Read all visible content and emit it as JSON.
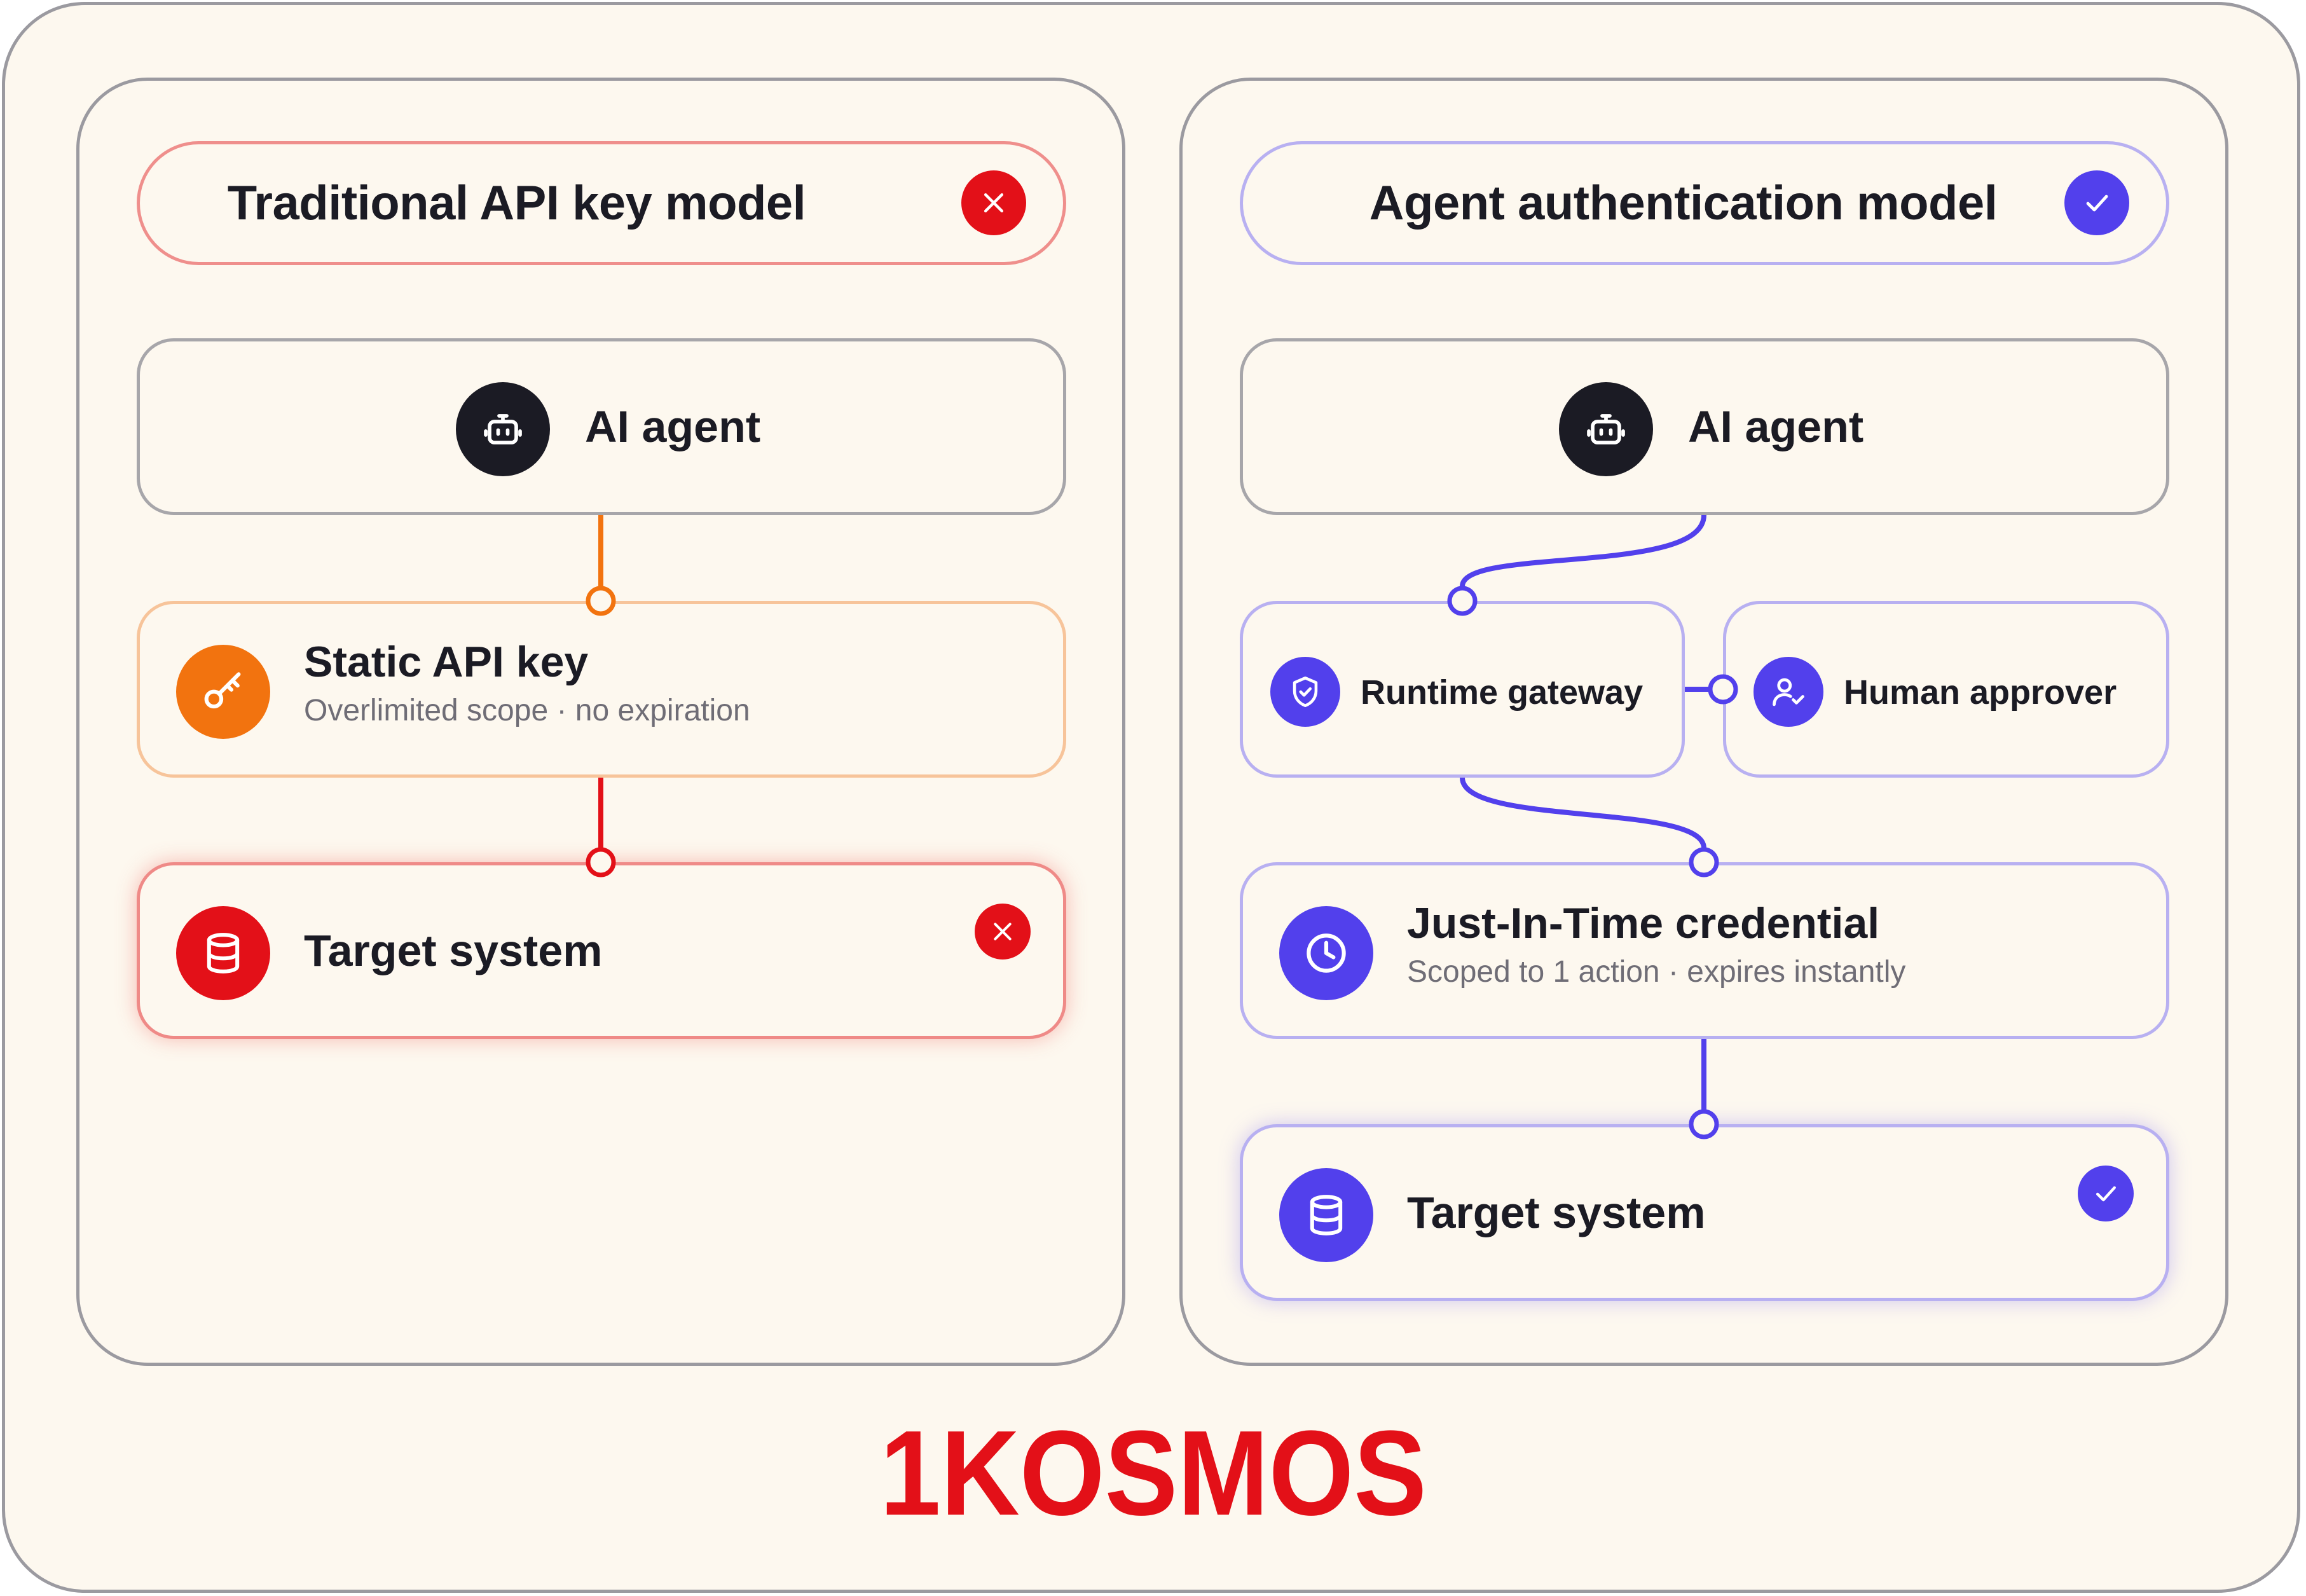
{
  "left": {
    "title": "Traditional API key model",
    "status_icon": "x-icon",
    "agent": {
      "label": "AI agent",
      "icon": "robot-icon"
    },
    "key": {
      "label": "Static API key",
      "subtitle": "Overlimited scope · no expiration",
      "icon": "key-icon"
    },
    "target": {
      "label": "Target system",
      "icon": "database-icon",
      "status_icon": "x-icon"
    }
  },
  "right": {
    "title": "Agent authentication model",
    "status_icon": "check-icon",
    "agent": {
      "label": "AI agent",
      "icon": "robot-icon"
    },
    "gateway": {
      "label": "Runtime gateway",
      "icon": "shield-check-icon"
    },
    "approver": {
      "label": "Human approver",
      "icon": "user-check-icon"
    },
    "credential": {
      "label": "Just-In-Time credential",
      "subtitle": "Scoped to 1 action · expires instantly",
      "icon": "clock-icon"
    },
    "target": {
      "label": "Target system",
      "icon": "database-icon",
      "status_icon": "check-icon"
    }
  },
  "logo": {
    "text": "1KOSMOS"
  },
  "colors": {
    "background": "#fdf8ef",
    "border": "#9b9aa0",
    "dark": "#1b1b24",
    "orange": "#f2730f",
    "red": "#e31018",
    "red_light": "#ef8a87",
    "purple": "#5240ec",
    "purple_light": "#b8b0f1"
  }
}
